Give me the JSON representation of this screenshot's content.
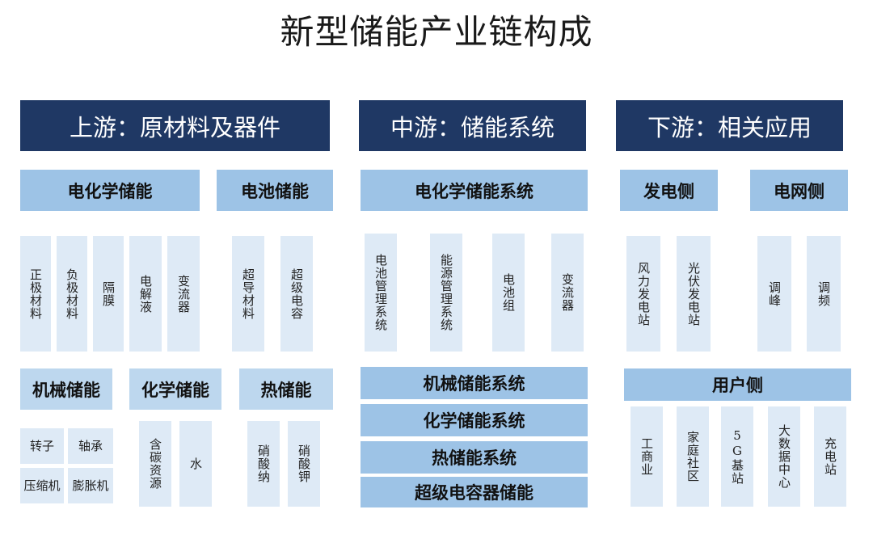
{
  "title": "新型储能产业链构成",
  "columns": {
    "upstream": "上游：原材料及器件",
    "midstream": "中游：储能系统",
    "downstream": "下游：相关应用"
  },
  "upstream": {
    "electrochem": {
      "label": "电化学储能",
      "items": [
        "正极材料",
        "负极材料",
        "隔膜",
        "电解液",
        "变流器"
      ]
    },
    "battery": {
      "label": "电池储能",
      "items": [
        "超导材料",
        "超级电容"
      ]
    },
    "mechanical": {
      "label": "机械储能",
      "items": [
        "转子",
        "轴承",
        "压缩机",
        "膨胀机"
      ]
    },
    "chemical": {
      "label": "化学储能",
      "items": [
        "含碳资源",
        "水"
      ]
    },
    "thermal": {
      "label": "热储能",
      "items": [
        "硝酸纳",
        "硝酸钾"
      ]
    }
  },
  "midstream": {
    "electrochem_system": {
      "label": "电化学储能系统",
      "items": [
        "电池管理系统",
        "能源管理系统",
        "电池组",
        "变流器"
      ]
    },
    "systems": [
      "机械储能系统",
      "化学储能系统",
      "热储能系统",
      "超级电容器储能"
    ]
  },
  "downstream": {
    "generation": {
      "label": "发电侧",
      "items": [
        "风力发电站",
        "光伏发电站"
      ]
    },
    "grid": {
      "label": "电网侧",
      "items": [
        "调峰",
        "调频"
      ]
    },
    "user": {
      "label": "用户侧",
      "items": [
        "工商业",
        "家庭社区",
        "5G基站",
        "大数据中心",
        "充电站"
      ]
    }
  }
}
